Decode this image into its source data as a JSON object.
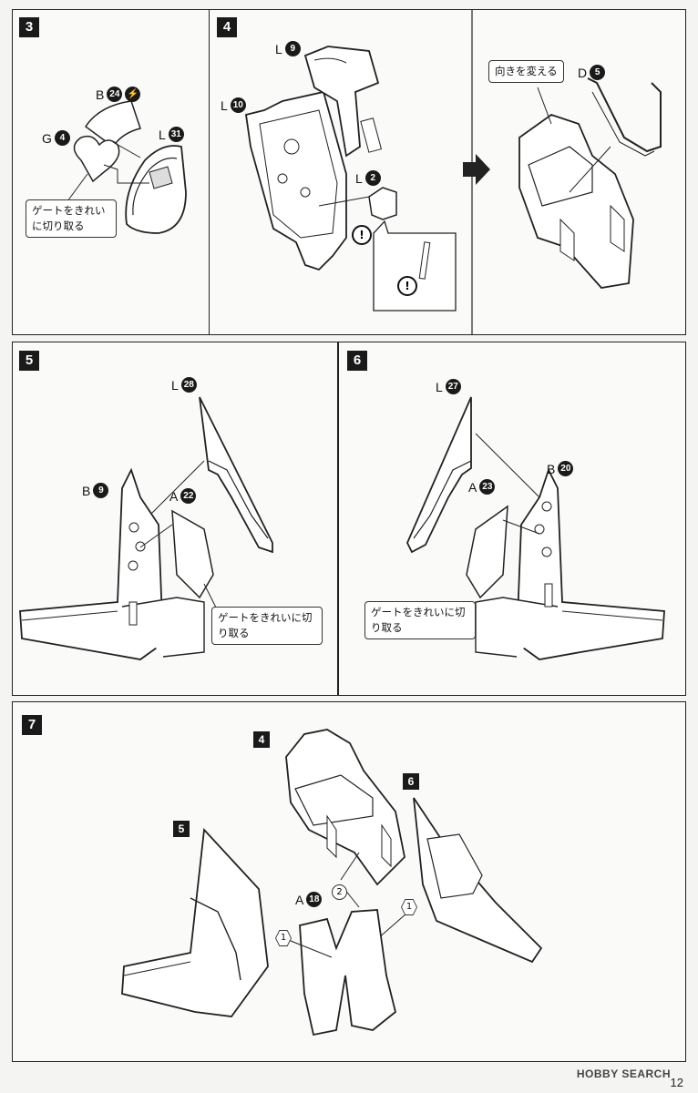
{
  "steps": {
    "s3": {
      "number": "3",
      "labels": {
        "b": {
          "letter": "B",
          "num": "24"
        },
        "g": {
          "letter": "G",
          "num": "4"
        },
        "l": {
          "letter": "L",
          "num": "31"
        }
      },
      "note": "ゲートをきれいに切り取る"
    },
    "s4": {
      "number": "4",
      "labels": {
        "l9": {
          "letter": "L",
          "num": "9"
        },
        "l10": {
          "letter": "L",
          "num": "10"
        },
        "l2": {
          "letter": "L",
          "num": "2"
        },
        "d5": {
          "letter": "D",
          "num": "5"
        }
      },
      "note": "向きを変える",
      "warning": "!"
    },
    "s5": {
      "number": "5",
      "labels": {
        "l28": {
          "letter": "L",
          "num": "28"
        },
        "b9": {
          "letter": "B",
          "num": "9"
        },
        "a22": {
          "letter": "A",
          "num": "22"
        }
      },
      "note": "ゲートをきれいに切り取る"
    },
    "s6": {
      "number": "6",
      "labels": {
        "l27": {
          "letter": "L",
          "num": "27"
        },
        "a23": {
          "letter": "A",
          "num": "23"
        },
        "b20": {
          "letter": "B",
          "num": "20"
        }
      },
      "note": "ゲートをきれいに切り取る"
    },
    "s7": {
      "number": "7",
      "sub": {
        "s4": "4",
        "s5": "5",
        "s6": "6"
      },
      "labels": {
        "a18": {
          "letter": "A",
          "num": "18"
        }
      },
      "order": {
        "one": "1",
        "two": "2"
      }
    }
  },
  "footer": {
    "logo": "HOBBY SEARCH",
    "page": "12"
  }
}
